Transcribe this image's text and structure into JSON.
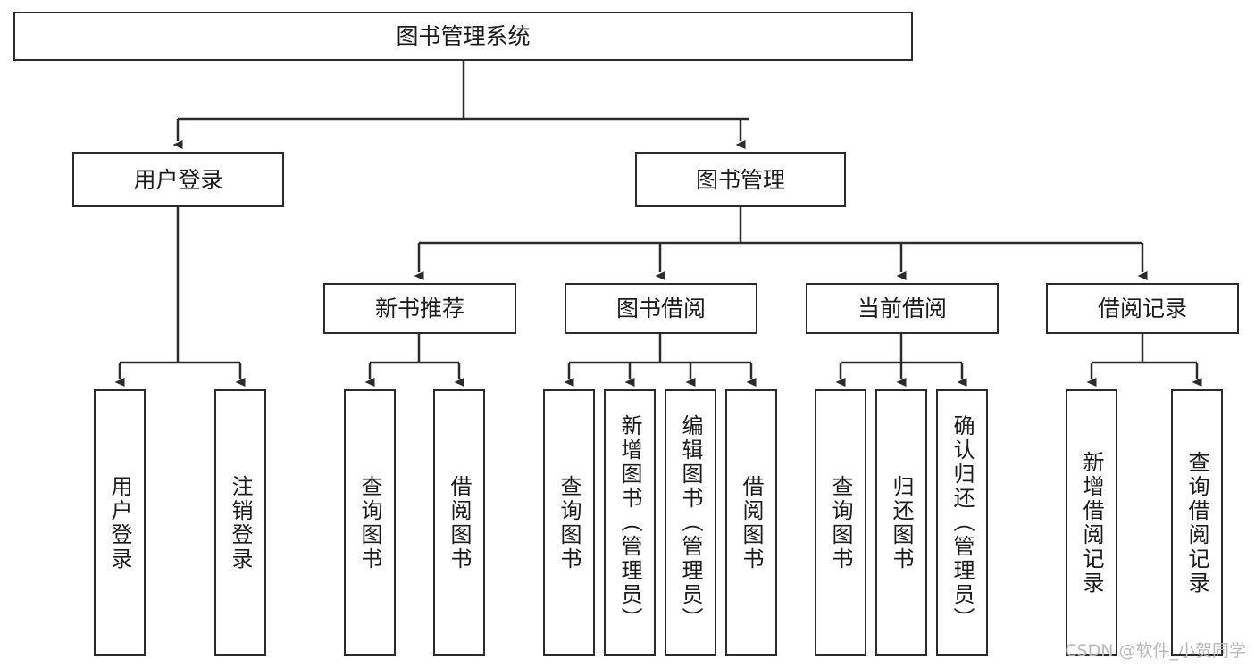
{
  "diagram": {
    "title": "图书管理系统",
    "watermark": "CSDN @软件_小贺同学",
    "root": {
      "label": "图书管理系统"
    },
    "level2": [
      {
        "label": "用户登录"
      },
      {
        "label": "图书管理"
      }
    ],
    "level3": [
      {
        "label": "新书推荐"
      },
      {
        "label": "图书借阅"
      },
      {
        "label": "当前借阅"
      },
      {
        "label": "借阅记录"
      }
    ],
    "leaves": [
      {
        "label": "用户登录"
      },
      {
        "label": "注销登录"
      },
      {
        "label": "查询图书"
      },
      {
        "label": "借阅图书"
      },
      {
        "label": "查询图书"
      },
      {
        "label": "新增图书（管理员）"
      },
      {
        "label": "编辑图书（管理员）"
      },
      {
        "label": "借阅图书"
      },
      {
        "label": "查询图书"
      },
      {
        "label": "归还图书"
      },
      {
        "label": "确认归还（管理员）"
      },
      {
        "label": "新增借阅记录"
      },
      {
        "label": "查询借阅记录"
      }
    ],
    "colors": {
      "stroke": "#2b2b2b",
      "fill": "#ffffff",
      "text": "#1b1b1b",
      "watermark": "#b9b9b9"
    }
  }
}
